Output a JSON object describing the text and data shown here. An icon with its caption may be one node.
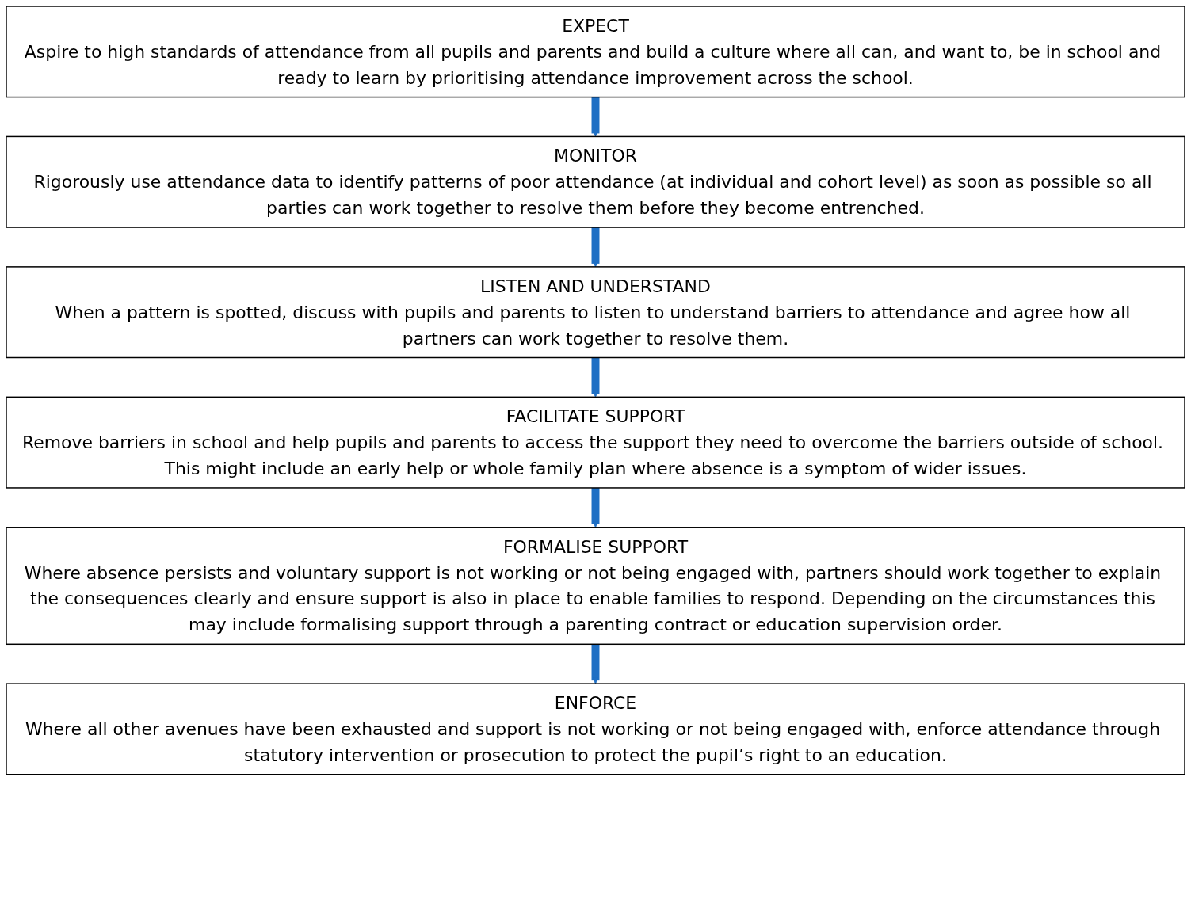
{
  "diagram": {
    "nodes": [
      {
        "text": [
          "EXPECT",
          "Aspire to high standards of attendance from all pupils and parents and build a culture where all can, and want to, be in school and ready to learn by prioritising attendance improvement across the school."
        ]
      },
      {
        "text": [
          "MONITOR",
          "Rigorously use attendance data to identify patterns of poor attendance (at individual and cohort level) as soon as possible so all parties can work together to resolve them before they become entrenched."
        ]
      },
      {
        "text": [
          "LISTEN AND UNDERSTAND",
          "When a pattern is spotted, discuss with pupils and parents to listen to understand barriers to attendance and agree how all partners can work together to resolve them."
        ]
      },
      {
        "text": [
          "FACILITATE SUPPORT",
          "Remove barriers in school and help pupils and parents to access the support they need to overcome the barriers outside of school. This might include an early help or whole family plan where absence is a symptom of wider issues."
        ]
      },
      {
        "text": [
          "FORMALISE SUPPORT",
          "Where absence persists and voluntary support is not working or not being engaged with, partners should work together to explain the consequences clearly and ensure support is also in place to enable families to respond. Depending on the circumstances this may include formalising support through a parenting contract or education supervision order."
        ]
      },
      {
        "text": [
          "ENFORCE",
          "Where all other avenues have been exhausted and support is not working or not being engaged with, enforce attendance through statutory intervention or prosecution to protect the pupil’s right to an education."
        ]
      }
    ],
    "edges": [
      {
        "from": 0,
        "to": 1,
        "arrow": "to"
      },
      {
        "from": 1,
        "to": 2,
        "arrow": "to"
      },
      {
        "from": 2,
        "to": 3,
        "arrow": "to"
      },
      {
        "from": 3,
        "to": 4,
        "arrow": "to"
      },
      {
        "from": 4,
        "to": 5,
        "arrow": "to"
      }
    ]
  }
}
